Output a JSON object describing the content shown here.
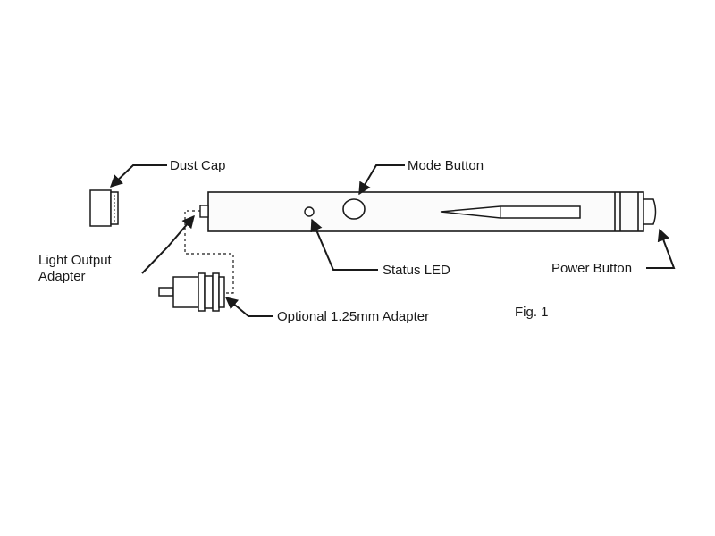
{
  "labels": {
    "dust_cap": "Dust Cap",
    "mode_button": "Mode Button",
    "light_output_adapter_line1": "Light Output",
    "light_output_adapter_line2": "Adapter",
    "status_led": "Status LED",
    "power_button": "Power Button",
    "optional_adapter": "Optional 1.25mm Adapter",
    "figure": "Fig. 1"
  }
}
